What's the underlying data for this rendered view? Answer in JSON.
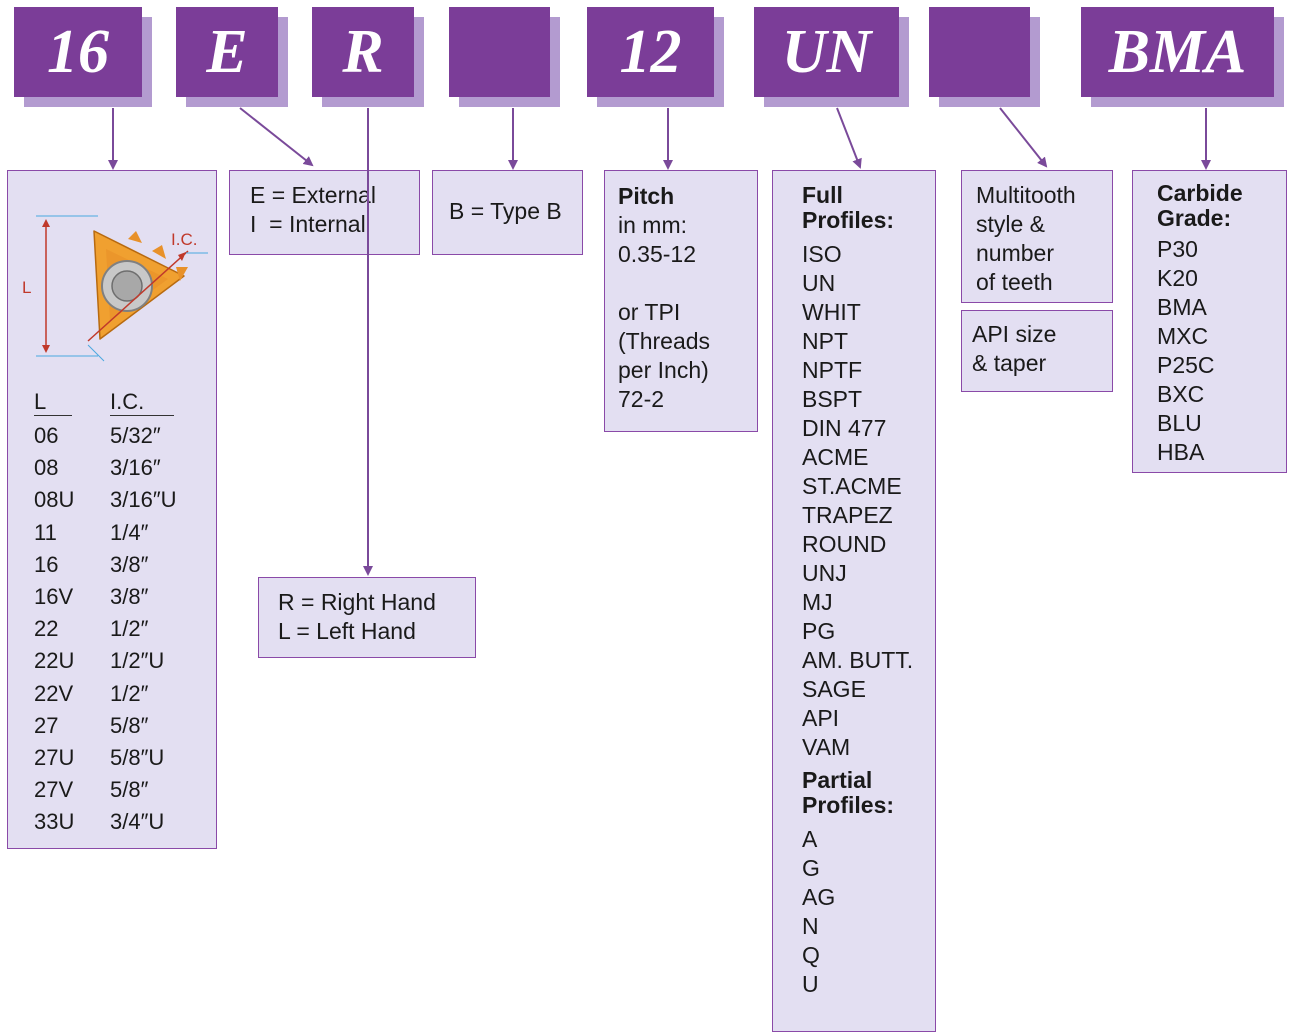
{
  "codes": [
    "16",
    "E",
    "R",
    "",
    "12",
    "UN",
    "",
    "BMA"
  ],
  "colors": {
    "code_face": "#7b3d98",
    "code_shadow": "#b39bd0",
    "box_fill": "#e3dff2",
    "box_border": "#8a4aa8",
    "insert": "#f0a030",
    "dimension": "#c0392b"
  },
  "size_box": {
    "diagram_labels": {
      "l": "L",
      "ic": "I.C."
    },
    "headers": {
      "l": "L",
      "ic": "I.C."
    },
    "rows": [
      [
        "06",
        "5/32″"
      ],
      [
        "08",
        "3/16″"
      ],
      [
        "08U",
        "3/16″U"
      ],
      [
        "11",
        "1/4″"
      ],
      [
        "16",
        "3/8″"
      ],
      [
        "16V",
        "3/8″"
      ],
      [
        "22",
        "1/2″"
      ],
      [
        "22U",
        "1/2″U"
      ],
      [
        "22V",
        "1/2″"
      ],
      [
        "27",
        "5/8″"
      ],
      [
        "27U",
        "5/8″U"
      ],
      [
        "27V",
        "5/8″"
      ],
      [
        "33U",
        "3/4″U"
      ]
    ]
  },
  "ext_int": {
    "line1": "E = External",
    "line2": "I  = Internal"
  },
  "hand": {
    "line1": "R = Right Hand",
    "line2": "L = Left Hand"
  },
  "type": {
    "text": "B = Type B"
  },
  "pitch": {
    "title": "Pitch",
    "lines": [
      "in mm:",
      "0.35-12",
      "",
      "or TPI",
      "(Threads",
      "per Inch)",
      "72-2"
    ]
  },
  "profiles": {
    "full_title_1": "Full",
    "full_title_2": "Profiles:",
    "full": [
      "ISO",
      "UN",
      "WHIT",
      "NPT",
      "NPTF",
      "BSPT",
      "DIN 477",
      "ACME",
      "ST.ACME",
      "TRAPEZ",
      "ROUND",
      "UNJ",
      "MJ",
      "PG",
      "AM. BUTT.",
      "SAGE",
      "API",
      "VAM"
    ],
    "partial_title_1": "Partial",
    "partial_title_2": "Profiles:",
    "partial": [
      "A",
      "G",
      "AG",
      "N",
      "Q",
      "U"
    ]
  },
  "multitooth": {
    "lines": [
      "Multitooth",
      "style &",
      "number",
      "of teeth"
    ]
  },
  "api": {
    "lines": [
      "API size",
      "& taper"
    ]
  },
  "carbide": {
    "title_1": "Carbide",
    "title_2": "Grade:",
    "grades": [
      "P30",
      "K20",
      "BMA",
      "MXC",
      "P25C",
      "BXC",
      "BLU",
      "HBA"
    ]
  }
}
